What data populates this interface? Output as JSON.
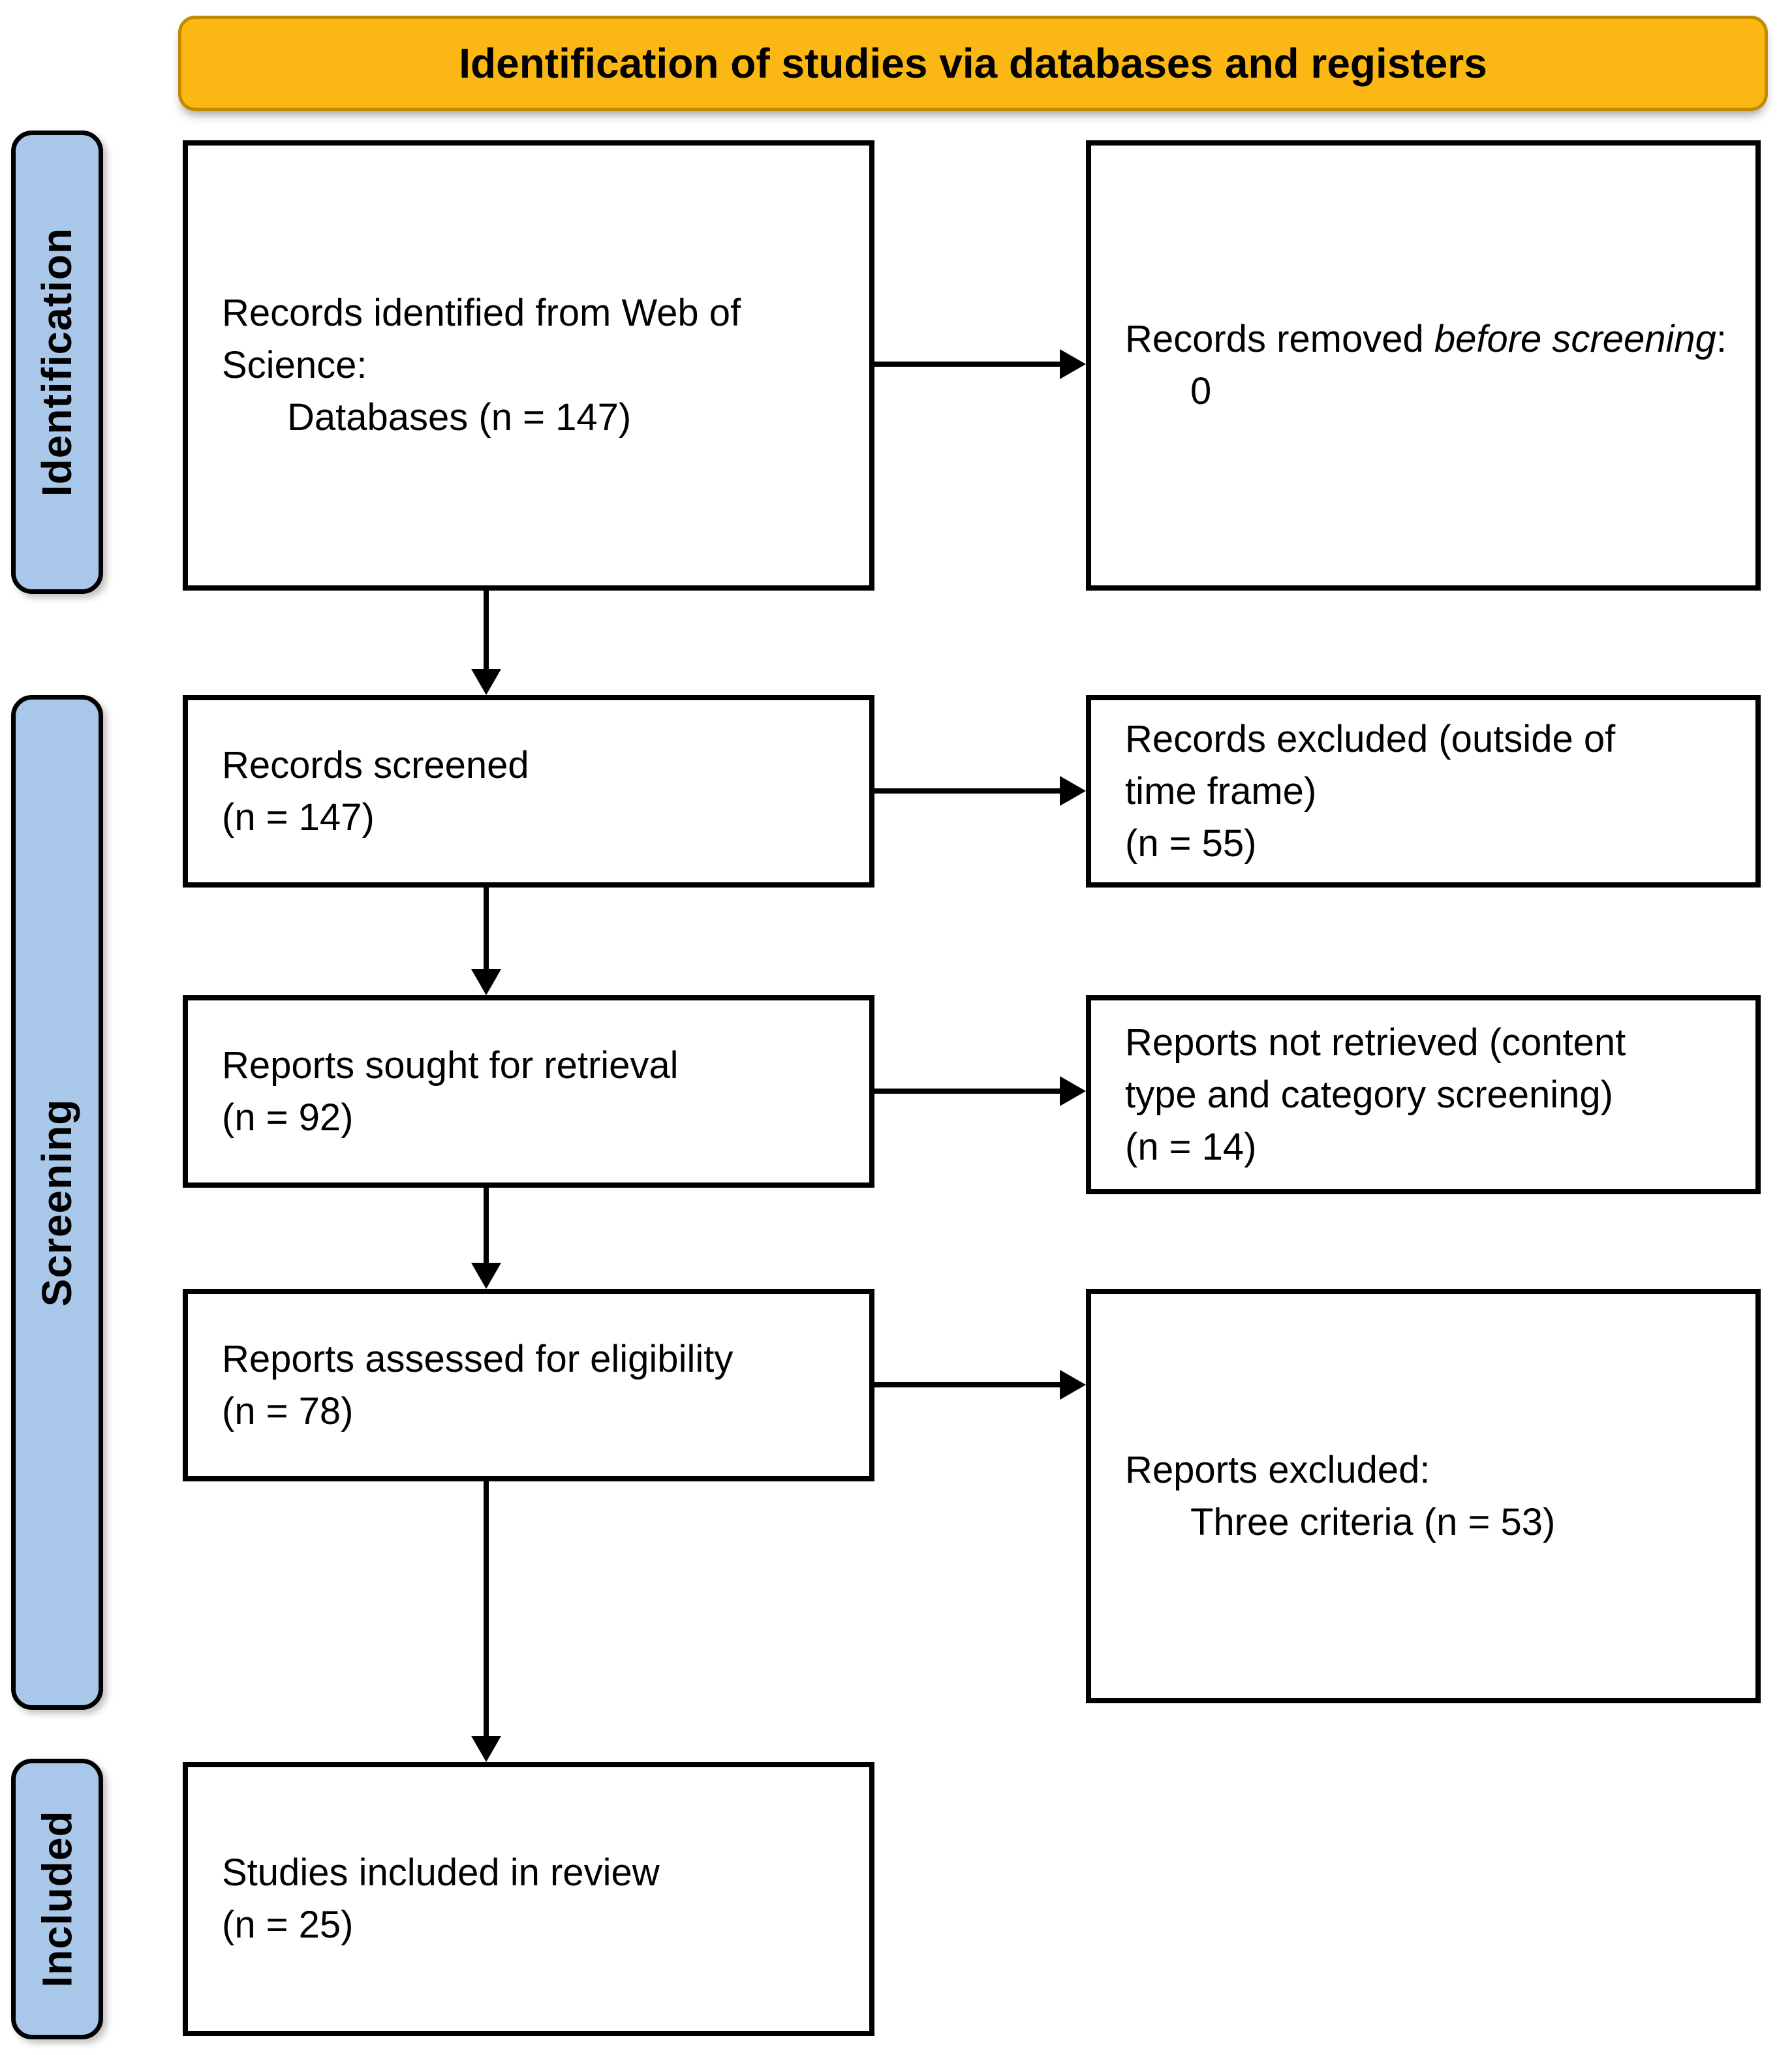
{
  "header": {
    "title": "Identification of studies via databases and registers"
  },
  "sidebar": {
    "items": [
      {
        "label": "Identification"
      },
      {
        "label": "Screening"
      },
      {
        "label": "Included"
      }
    ]
  },
  "boxes": {
    "identified": {
      "lines": [
        "Records identified from Web of",
        "Science:"
      ],
      "indent_line": "Databases (n = 147)"
    },
    "removed": {
      "pre": "Records removed ",
      "italic": "before screening",
      "post": ":",
      "indent_line": "0"
    },
    "screened": {
      "lines": [
        "Records screened",
        "(n = 147)"
      ]
    },
    "excluded_timeframe": {
      "lines": [
        "Records excluded (outside of",
        "time frame)",
        "(n = 55)"
      ]
    },
    "sought": {
      "lines": [
        "Reports sought for retrieval",
        "(n = 92)"
      ]
    },
    "not_retrieved": {
      "lines": [
        "Reports not retrieved (content",
        "type and category screening)",
        "(n = 14)"
      ]
    },
    "assessed": {
      "lines": [
        "Reports assessed for eligibility",
        "(n = 78)"
      ]
    },
    "reports_excluded": {
      "lines": [
        "Reports excluded:"
      ],
      "indent_line": "Three criteria (n = 53)"
    },
    "included_review": {
      "lines": [
        "Studies included in review",
        "(n = 25)"
      ]
    }
  },
  "colors": {
    "header_bg": "#FBB713",
    "header_border": "#C18A00",
    "sidebar_bg": "#A9C7E8",
    "box_border": "#000000",
    "text": "#000000"
  }
}
